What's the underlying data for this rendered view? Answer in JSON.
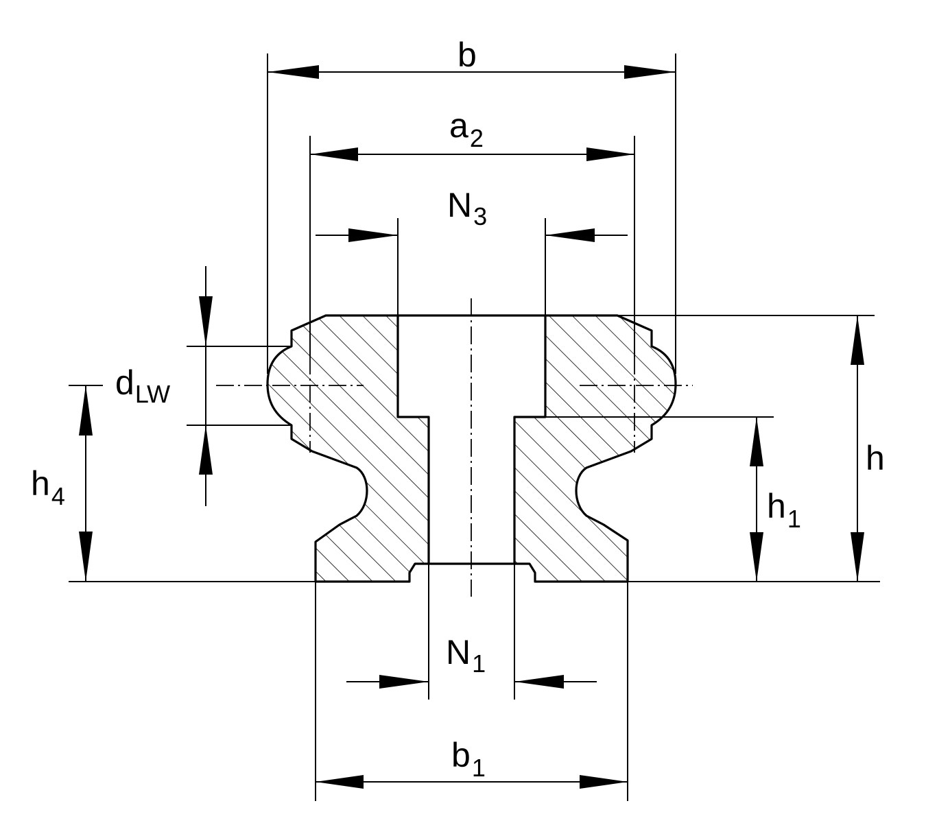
{
  "drawing": {
    "labels": {
      "b": {
        "main": "b",
        "sub": ""
      },
      "a2": {
        "main": "a",
        "sub": "2"
      },
      "N3": {
        "main": "N",
        "sub": "3"
      },
      "dLW": {
        "main": "d",
        "sub": "LW"
      },
      "h": {
        "main": "h",
        "sub": ""
      },
      "h1": {
        "main": "h",
        "sub": "1"
      },
      "h4": {
        "main": "h",
        "sub": "4"
      },
      "N1": {
        "main": "N",
        "sub": "1"
      },
      "b1": {
        "main": "b",
        "sub": "1"
      }
    },
    "colors": {
      "line": "#000000",
      "background": "#ffffff"
    }
  }
}
